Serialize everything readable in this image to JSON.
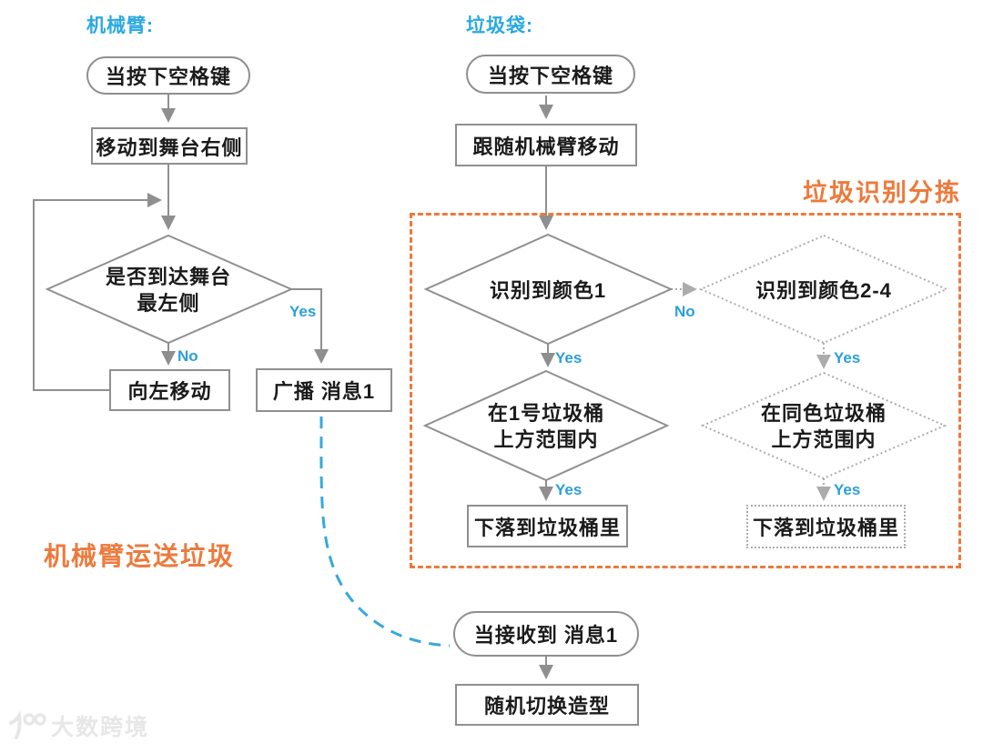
{
  "colors": {
    "header_blue": "#29a9e1",
    "branch_blue": "#2b9fdb",
    "orange": "#ec7a3c",
    "line_gray": "#8f8f8f",
    "dotted_gray": "#acacac",
    "dashed_link_blue": "#35a9dd",
    "text": "#1b1b1b",
    "watermark_gray": "#e7e7e7"
  },
  "left_flow": {
    "header": "机械臂:",
    "start": "当按下空格键",
    "step1": "移动到舞台右侧",
    "decision_line1": "是否到达舞台",
    "decision_line2": "最左侧",
    "no_label": "No",
    "yes_label": "Yes",
    "no_action": "向左移动",
    "yes_action": "广播 消息1",
    "region_label": "机械臂运送垃圾"
  },
  "right_flow": {
    "header": "垃圾袋:",
    "start": "当按下空格键",
    "step1": "跟随机械臂移动",
    "box_title": "垃圾识别分拣",
    "decision_color1": "识别到颜色1",
    "decision_color1_no": "No",
    "decision_color1_yes": "Yes",
    "decision_color24": "识别到颜色2-4",
    "decision_color24_yes": "Yes",
    "decision_bin1_line1": "在1号垃圾桶",
    "decision_bin1_line2": "上方范围内",
    "decision_bin1_yes": "Yes",
    "decision_samebin_line1": "在同色垃圾桶",
    "decision_samebin_line2": "上方范围内",
    "decision_samebin_yes": "Yes",
    "drop1": "下落到垃圾桶里",
    "drop2": "下落到垃圾桶里"
  },
  "receiver_flow": {
    "start": "当接收到 消息1",
    "step1": "随机切换造型"
  },
  "watermark": {
    "text": "大数跨境"
  }
}
